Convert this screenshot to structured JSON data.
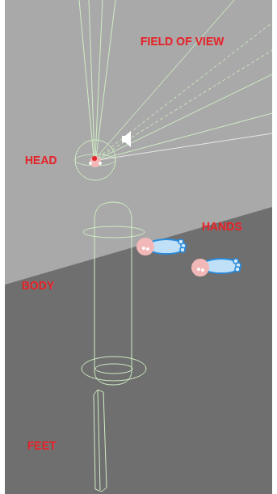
{
  "diagram": {
    "labels": [
      "FIELD OF VIEW",
      "HEAD",
      "HANDS",
      "BODY",
      "FEET"
    ]
  }
}
